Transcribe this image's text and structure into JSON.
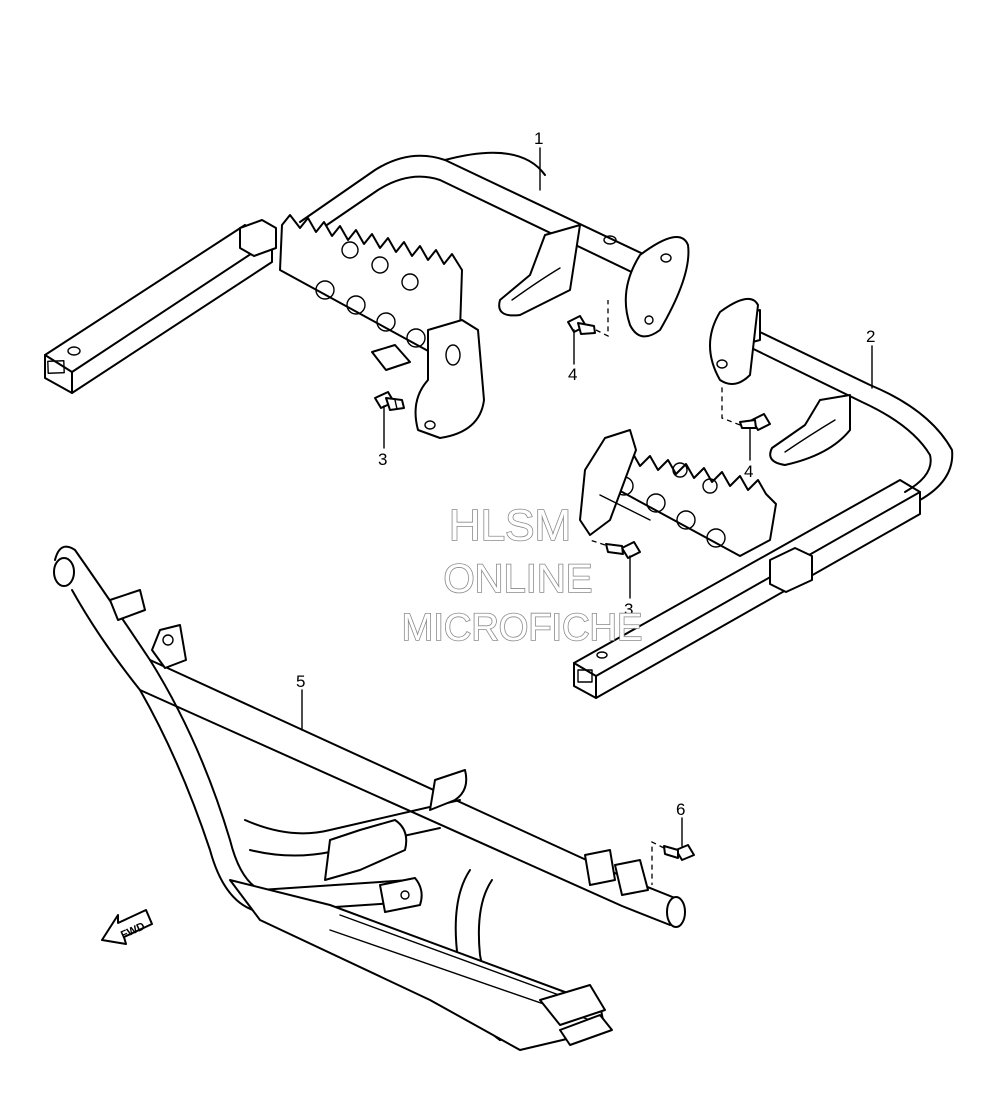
{
  "callouts": {
    "c1": "1",
    "c2": "2",
    "c3a": "3",
    "c3b": "3",
    "c4a": "4",
    "c4b": "4",
    "c5": "5",
    "c6": "6"
  },
  "fwd_label": "FWD",
  "watermark": {
    "line1": "HLSM",
    "line2": "ONLINE",
    "line3": "MICROFICHE"
  }
}
